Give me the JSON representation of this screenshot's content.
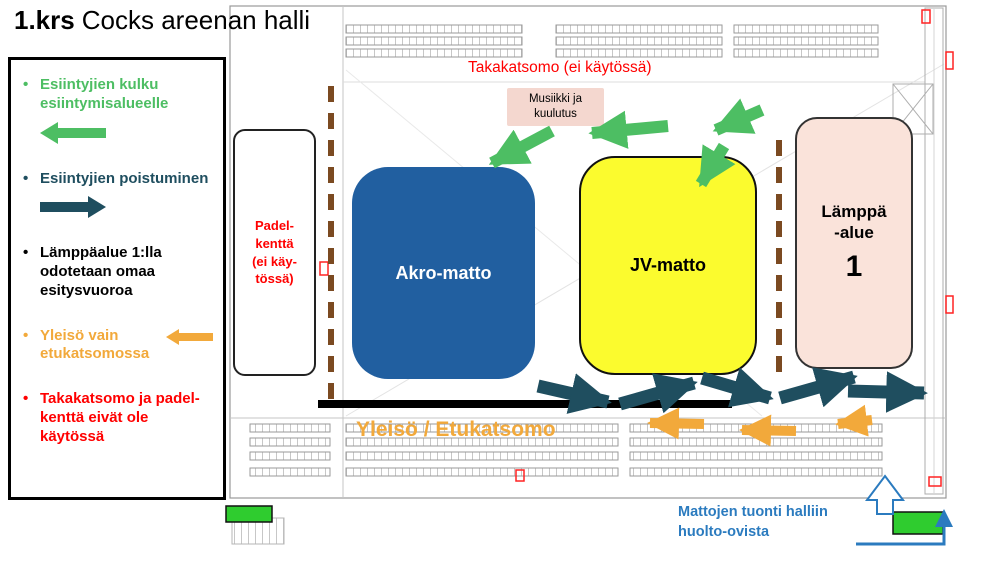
{
  "title": {
    "bold": "1.krs",
    "regular": "Cocks areenan halli"
  },
  "legend": {
    "items": [
      {
        "label": "Esiintyjien kulku esiintymisalueelle",
        "color": "#4DBE63",
        "arrow": "left"
      },
      {
        "label": "Esiintyjien poistuminen",
        "color": "#1F4E5F",
        "arrow": "right"
      },
      {
        "label": "Lämppäalue 1:lla odotetaan omaa esitysvuoroa",
        "color": "#000000",
        "arrow": "none"
      },
      {
        "label": "Yleisö vain etukatsomossa",
        "color": "#F2A93B",
        "arrow": "left"
      },
      {
        "label": "Takakatsomo ja padel-kenttä eivät ole käytössä",
        "color": "#FF0000",
        "arrow": "none"
      }
    ]
  },
  "plan": {
    "back_stand_label": "Takakatsomo (ei käytössä)",
    "music_box_label": "Musiikki ja kuulutus",
    "padel": {
      "lines": [
        "Padel-",
        "kenttä",
        "(ei käy-",
        "tössä)"
      ]
    },
    "akro_mat_label": "Akro-matto",
    "jv_mat_label": "JV-matto",
    "warmup": {
      "line1": "Lämppä",
      "line2": "-alue",
      "number": "1"
    },
    "front_stand_label": "Yleisö / Etukatsomo",
    "service_doors_label": "Mattojen tuonti halliin huolto-ovista"
  },
  "colors": {
    "performer_entry_arrow": "#4DBE63",
    "performer_exit_arrow": "#1F4E5F",
    "audience_arrow": "#F2A93B",
    "warning_text": "#FF0000",
    "service_route": "#2B7BBF",
    "akro_mat": "#215FA0",
    "jv_mat": "#FBFB2E",
    "warmup_area": "#FAE3DA",
    "closed_line": "#7B4A21",
    "door_green": "#2FCC2F"
  }
}
